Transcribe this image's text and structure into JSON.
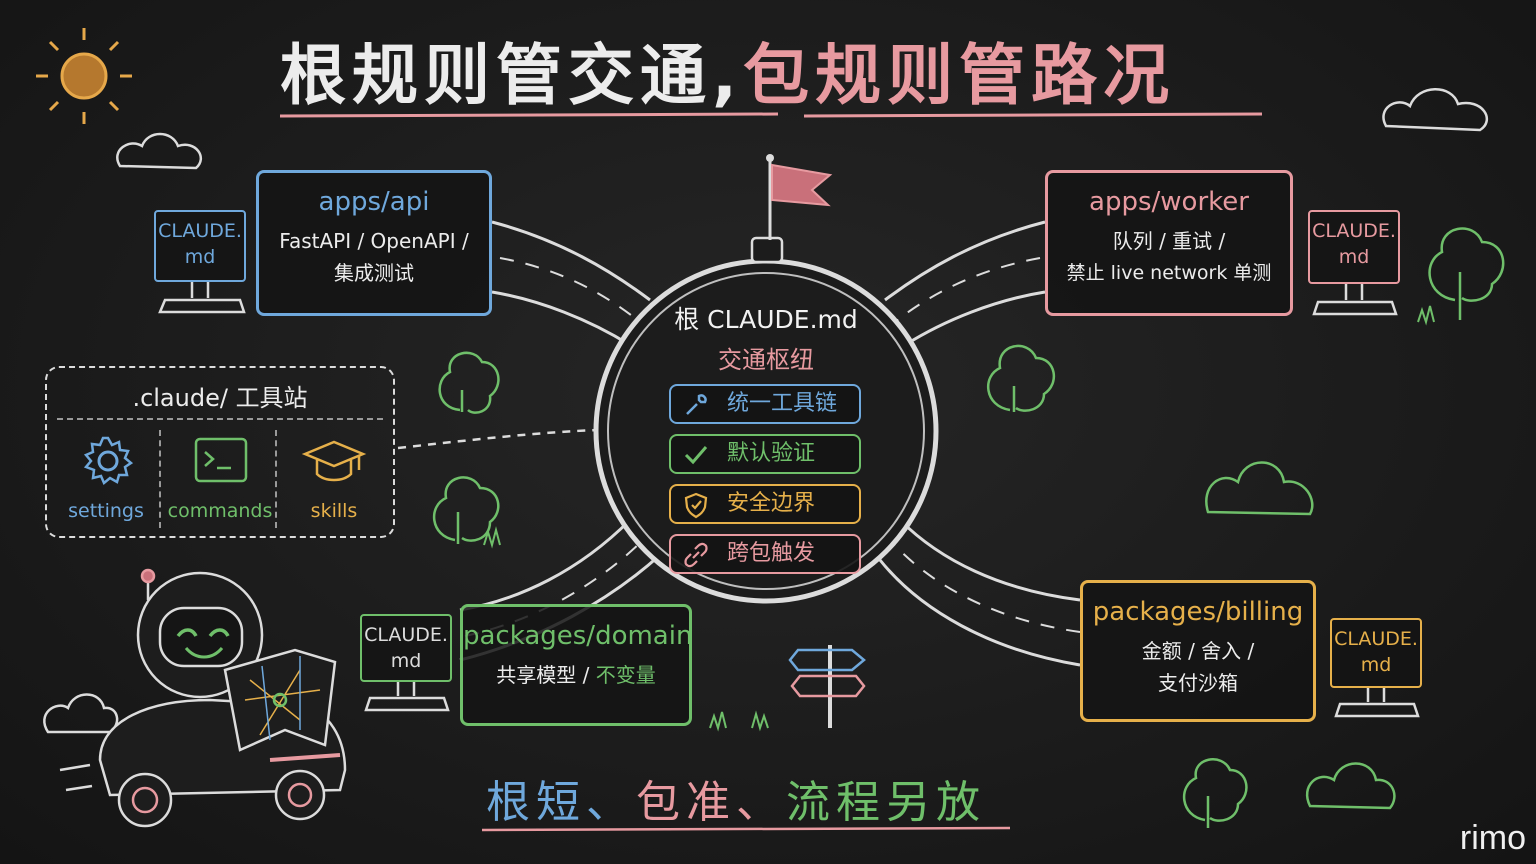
{
  "title": {
    "part1": "根规则管交通,",
    "part2": "包规则管路况"
  },
  "hub": {
    "title": "根 CLAUDE.md",
    "subtitle": "交通枢纽",
    "pills": [
      {
        "label": "统一工具链",
        "icon": "wrench-icon",
        "color": "#6fa8dc"
      },
      {
        "label": "默认验证",
        "icon": "check-icon",
        "color": "#6fbf6a"
      },
      {
        "label": "安全边界",
        "icon": "shield-icon",
        "color": "#e6b04a"
      },
      {
        "label": "跨包触发",
        "icon": "link-icon",
        "color": "#e79aa0"
      }
    ]
  },
  "apps_api": {
    "head": "apps/api",
    "line1": "FastAPI / OpenAPI /",
    "line2": "集成测试",
    "color": "#6fa8dc"
  },
  "apps_worker": {
    "head": "apps/worker",
    "line1": "队列 / 重试 /",
    "line2": "禁止 live network 单测",
    "color": "#e79aa0"
  },
  "packages_domain": {
    "head": "packages/domain",
    "line1_a": "共享模型 / ",
    "line1_b": "不变量",
    "color": "#6fbf6a"
  },
  "packages_billing": {
    "head": "packages/billing",
    "line1": "金额 / 舍入 /",
    "line2": "支付沙箱",
    "color": "#e6b04a"
  },
  "claude_md": {
    "line1": "CLAUDE.",
    "line2": "md"
  },
  "toolbox": {
    "title": ".claude/ 工具站",
    "tools": [
      {
        "label": "settings",
        "icon": "gear-icon",
        "color": "#6fa8dc"
      },
      {
        "label": "commands",
        "icon": "terminal-icon",
        "color": "#6fbf6a"
      },
      {
        "label": "skills",
        "icon": "graduation-cap-icon",
        "color": "#e6b04a"
      }
    ]
  },
  "motto": {
    "part1": "根短、",
    "part2": "包准、",
    "part3": "流程另放"
  },
  "signature": "rimo"
}
